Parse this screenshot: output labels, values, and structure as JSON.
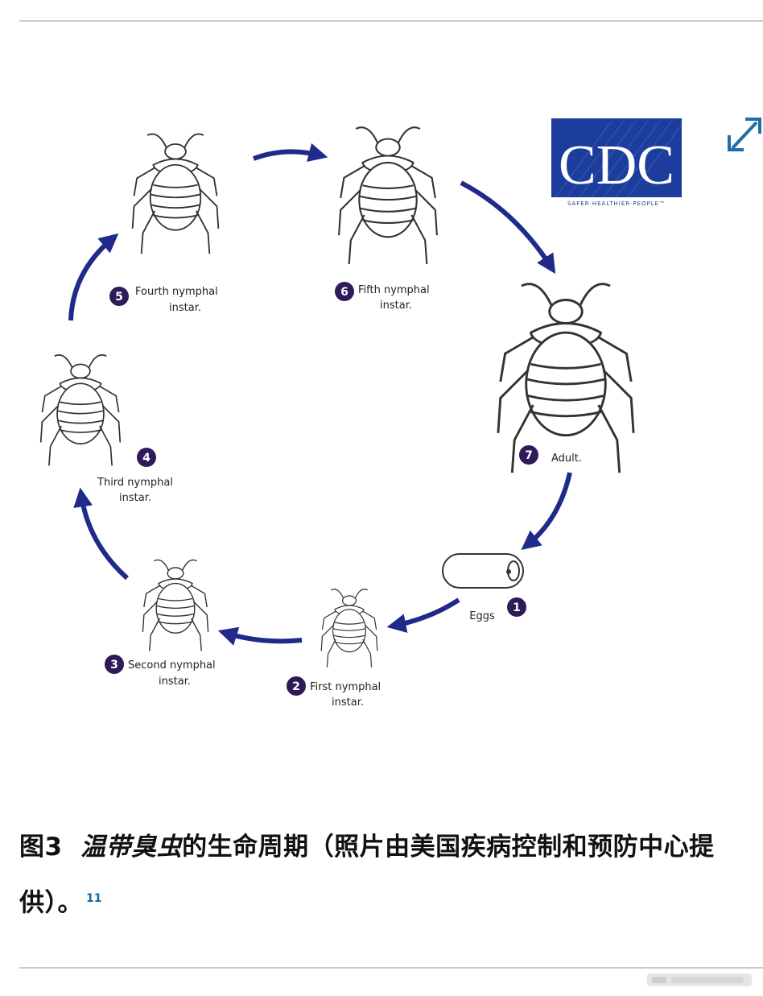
{
  "figure": {
    "logo": {
      "text": "CDC",
      "tagline": "SAFER·HEALTHIER·PEOPLE™",
      "color": "#1d3d9c"
    },
    "expand_icon": "expand-icon",
    "accent_color": "#1f2a8a",
    "stages": [
      {
        "num": "1",
        "label_lines": [
          "Eggs"
        ]
      },
      {
        "num": "2",
        "label_lines": [
          "First nymphal",
          "instar."
        ]
      },
      {
        "num": "3",
        "label_lines": [
          "Second nymphal",
          "instar."
        ]
      },
      {
        "num": "4",
        "label_lines": [
          "Third nymphal",
          "instar."
        ]
      },
      {
        "num": "5",
        "label_lines": [
          "Fourth nymphal",
          "instar."
        ]
      },
      {
        "num": "6",
        "label_lines": [
          "Fifth nymphal",
          "instar."
        ]
      },
      {
        "num": "7",
        "label_lines": [
          "Adult."
        ]
      }
    ]
  },
  "caption": {
    "fig_label": "图3",
    "species": "温带臭虫",
    "text": "的生命周期（照片由美国疾病控制和预防中心提供）。",
    "ref": "11"
  }
}
